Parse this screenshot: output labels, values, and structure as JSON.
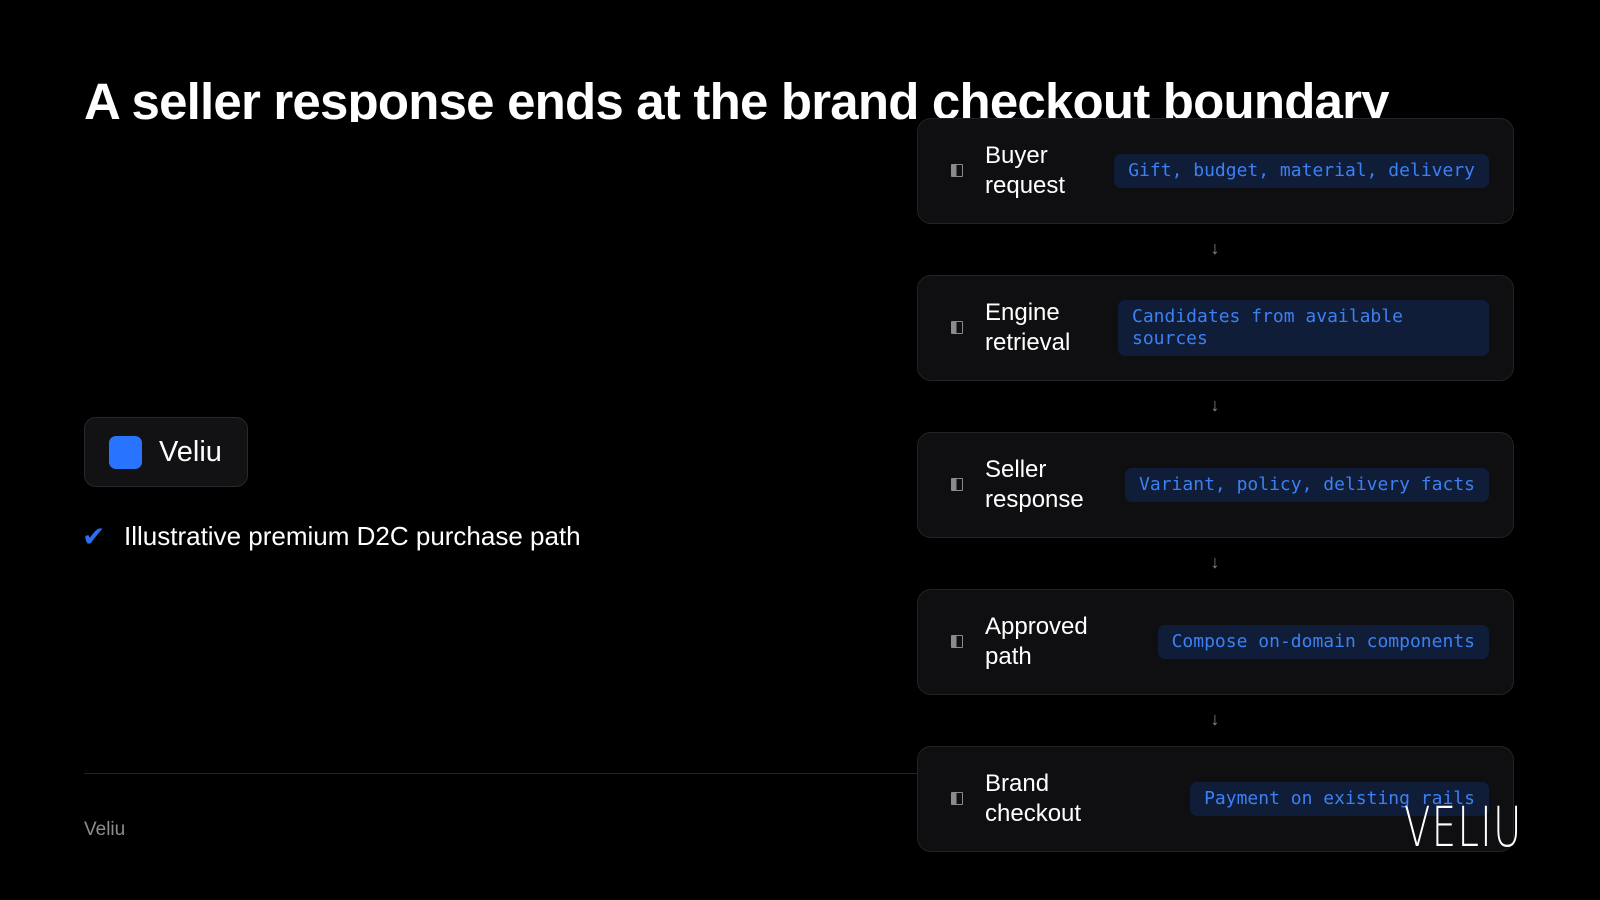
{
  "slide": {
    "title": "A seller response ends at the brand checkout boundary"
  },
  "brand_chip": {
    "name": "Veliu",
    "color": "#2874ff"
  },
  "bullet": {
    "icon": "check-icon",
    "text": "Illustrative premium D2C purchase path"
  },
  "footer": {
    "text": "Veliu"
  },
  "logo": {
    "text": "VELIU"
  },
  "flow": [
    {
      "label": "Buyer request",
      "tag": "Gift, budget, material, delivery"
    },
    {
      "label": "Engine retrieval",
      "tag": "Candidates from available sources"
    },
    {
      "label": "Seller response",
      "tag": "Variant, policy, delivery facts"
    },
    {
      "label": "Approved path",
      "tag": "Compose on-domain components"
    },
    {
      "label": "Brand checkout",
      "tag": "Payment on existing rails"
    }
  ],
  "arrow_glyph": "↓",
  "colors": {
    "accent": "#2d6eea",
    "tag_text": "#3c80f4",
    "tag_bg": "#0f1d38"
  }
}
